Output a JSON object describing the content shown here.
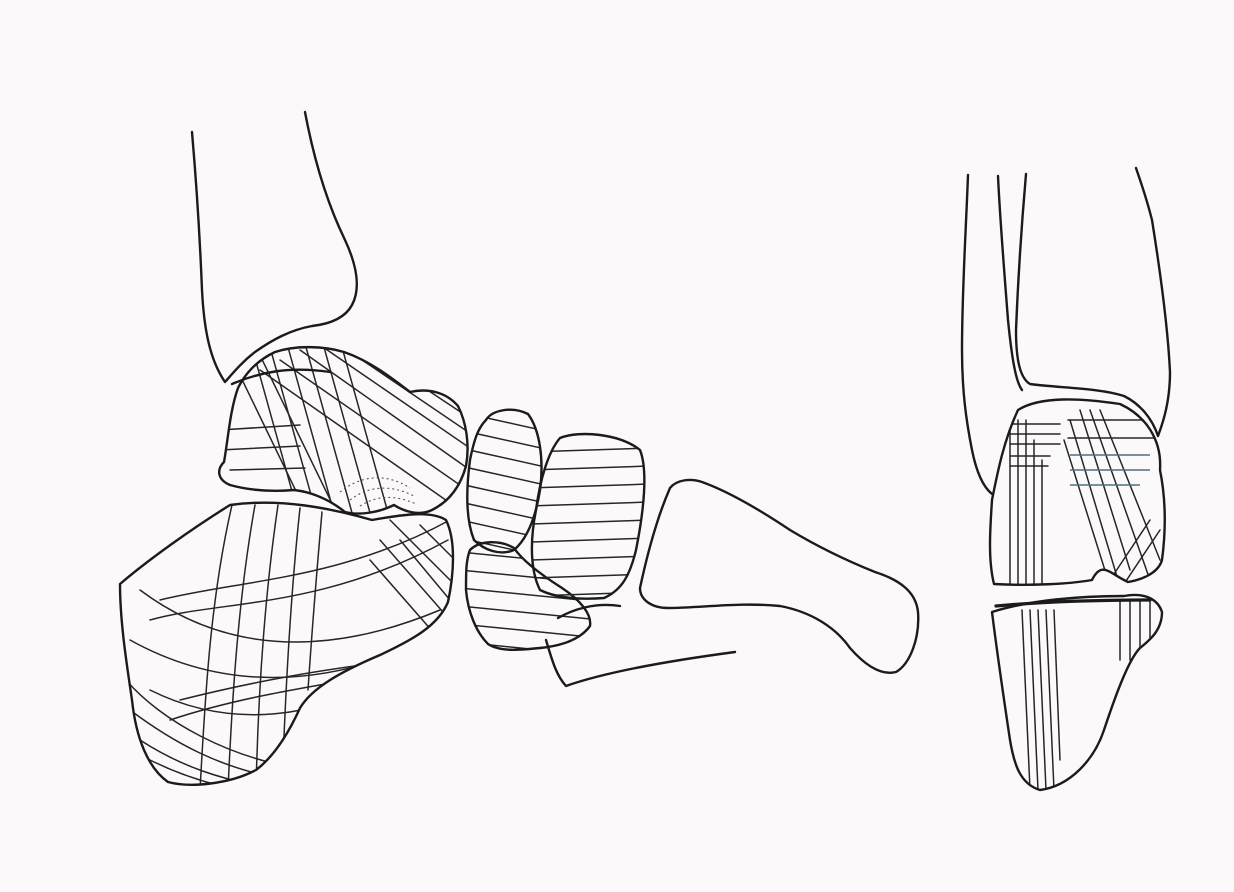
{
  "figure": {
    "background": "#fcf9fa",
    "line_color": "#1b1b1b",
    "views": [
      {
        "name": "lateral-view",
        "bones": [
          "tibia",
          "talus",
          "calcaneus",
          "navicular",
          "cuboid",
          "cuneiform",
          "metatarsal"
        ]
      },
      {
        "name": "anterior-view",
        "bones": [
          "tibia",
          "fibula",
          "talus",
          "calcaneus"
        ]
      }
    ]
  }
}
